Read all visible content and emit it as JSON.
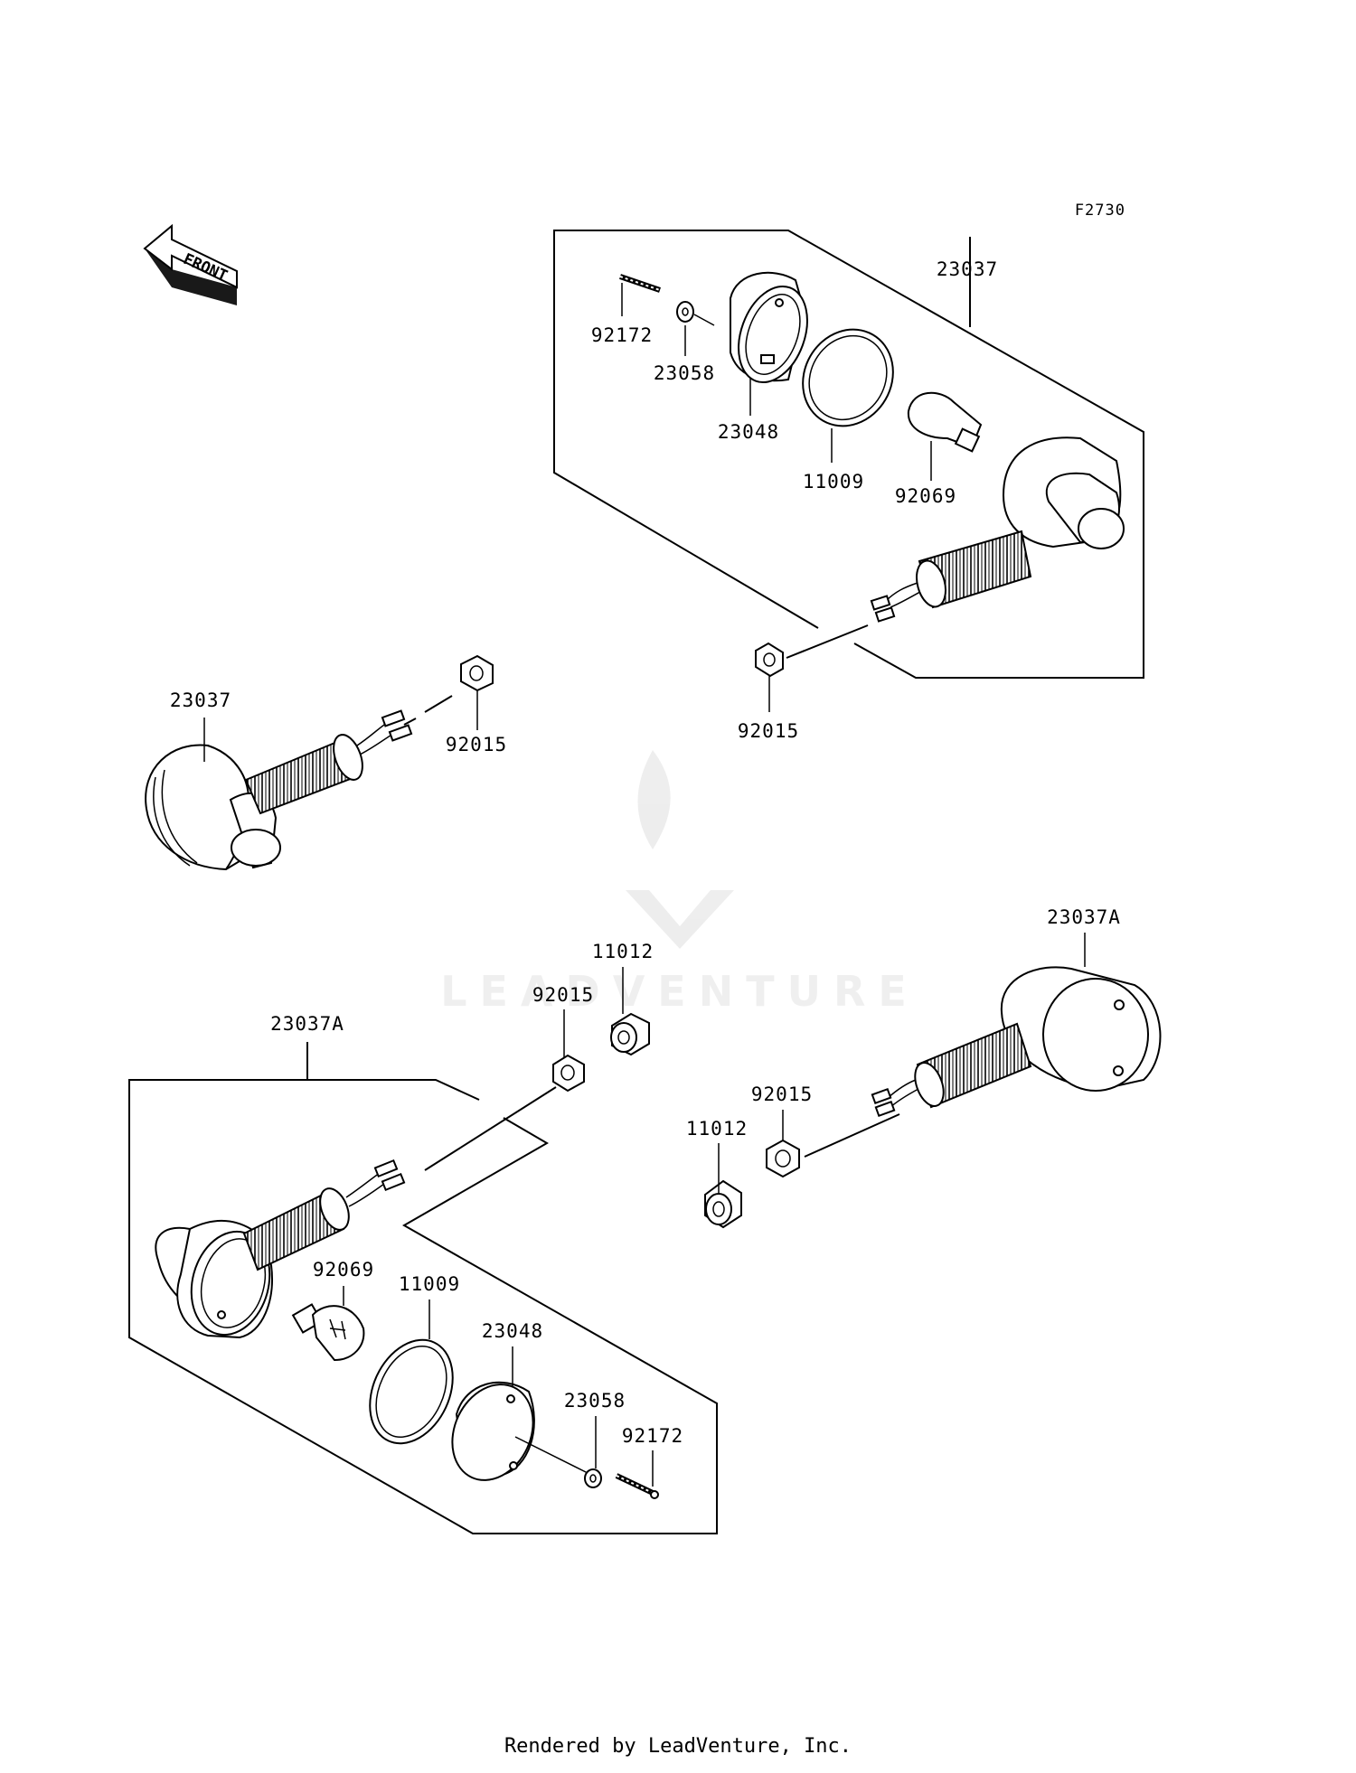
{
  "diagram": {
    "figure_code": "F2730",
    "front_arrow": "FRONT",
    "watermark": "LEADVENTURE",
    "footer": "Rendered by LeadVenture, Inc.",
    "labels": {
      "top_assembly": "23037",
      "top_screw": "92172",
      "top_washer": "23058",
      "top_lens": "23048",
      "top_gasket": "11009",
      "top_bulb": "92069",
      "top_nut": "92015",
      "left_assembly": "23037",
      "left_nut": "92015",
      "right_assembly": "23037A",
      "right_nut": "92015",
      "right_spacer": "11012",
      "bottom_assembly": "23037A",
      "bottom_nut": "92015",
      "bottom_spacer": "11012",
      "bottom_bulb": "92069",
      "bottom_gasket": "11009",
      "bottom_lens": "23048",
      "bottom_washer": "23058",
      "bottom_screw": "92172"
    }
  }
}
